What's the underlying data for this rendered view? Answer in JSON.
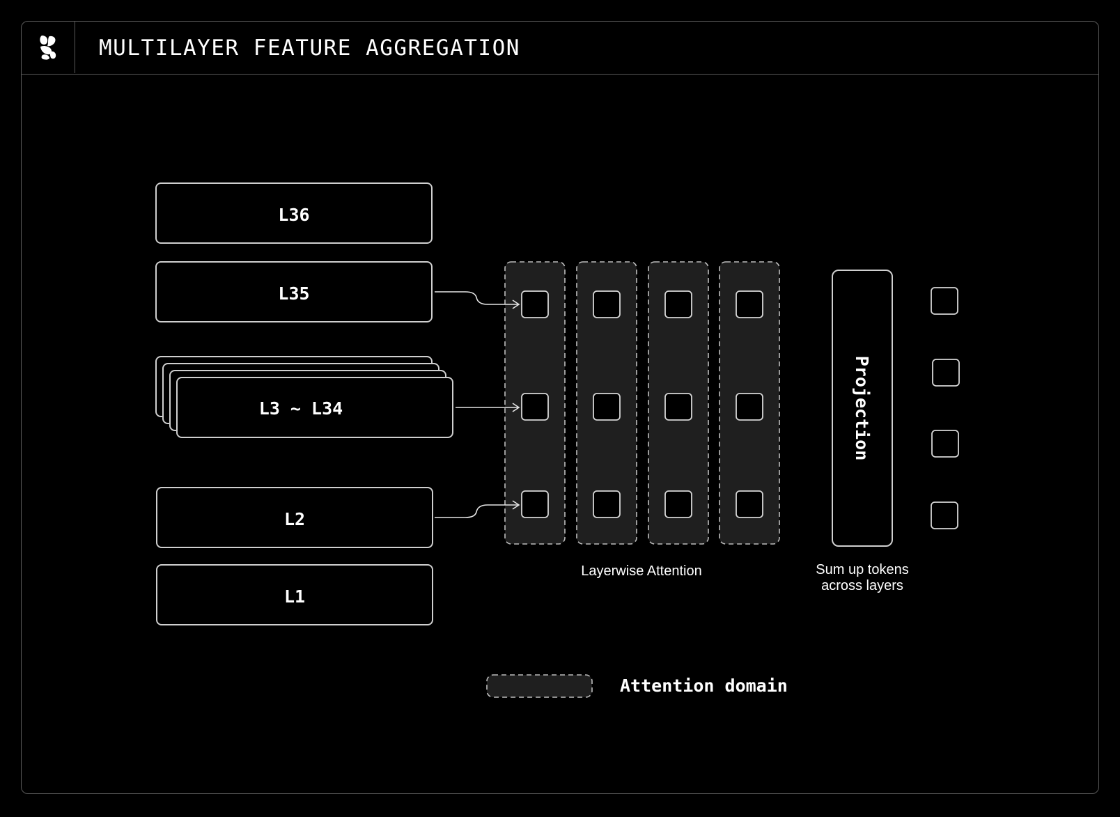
{
  "header": {
    "title": "MULTILAYER FEATURE AGGREGATION",
    "logo_icon": "brand-logo-icon"
  },
  "layers": {
    "l36": "L36",
    "l35": "L35",
    "l3_34": "L3 ~ L34",
    "l2": "L2",
    "l1": "L1"
  },
  "labels": {
    "layerwise_attention": "Layerwise Attention",
    "projection": "Projection",
    "sum_up_line1": "Sum up tokens",
    "sum_up_line2": "across layers"
  },
  "legend": {
    "attention_domain": "Attention domain"
  },
  "colors": {
    "background": "#000000",
    "stroke": "#d0d0d0",
    "domain_fill": "#1f1f1f",
    "frame": "#5a5a5a",
    "text": "#ffffff"
  }
}
